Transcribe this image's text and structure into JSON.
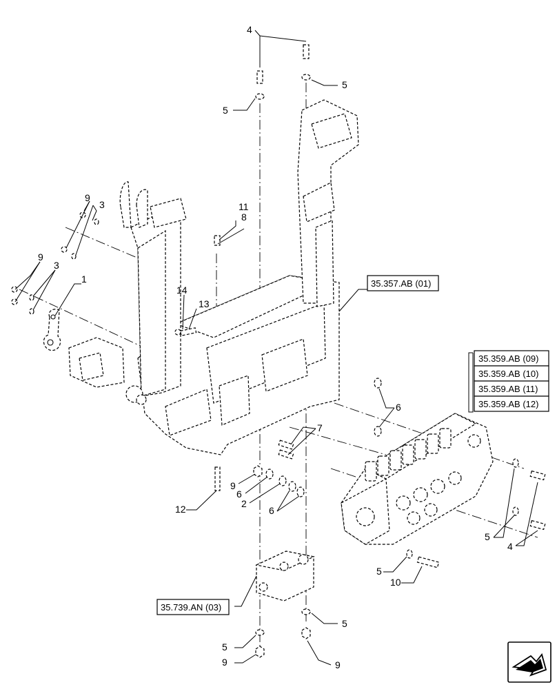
{
  "callouts": {
    "c1": "1",
    "c2": "2",
    "c3a": "3",
    "c3b": "3",
    "c4a": "4",
    "c4b": "4",
    "c5a": "5",
    "c5b": "5",
    "c5c": "5",
    "c5d": "5",
    "c5e": "5",
    "c5f": "5",
    "c6a": "6",
    "c6b": "6",
    "c6c": "6",
    "c7": "7",
    "c8": "8",
    "c9a": "9",
    "c9b": "9",
    "c9c": "9",
    "c9d": "9",
    "c9e": "9",
    "c10": "10",
    "c11": "11",
    "c12": "12",
    "c13": "13",
    "c14": "14"
  },
  "references": {
    "frame": "35.357.AB (01)",
    "valve_1": "35.359.AB (09)",
    "valve_2": "35.359.AB (10)",
    "valve_3": "35.359.AB (11)",
    "valve_4": "35.359.AB (12)",
    "block": "35.739.AN (03)"
  },
  "icons": {
    "nav": "next-page-arrow-icon"
  }
}
